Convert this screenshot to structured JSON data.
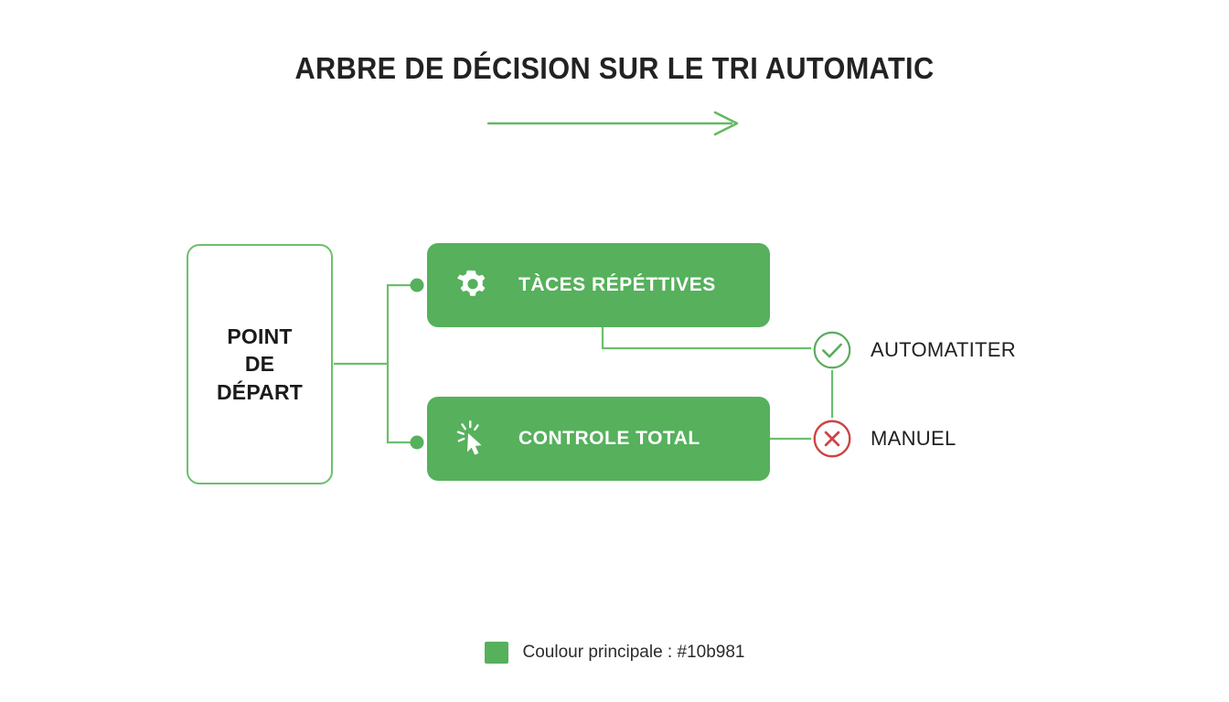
{
  "page": {
    "title": "ARBRE DE DÉCISION SUR LE TRI AUTOMATIC",
    "background": "#ffffff"
  },
  "colors": {
    "primary": "#10b981",
    "card_green": "#56b05c",
    "line_green": "#6cbf6c",
    "check_green": "#5cab5c",
    "error_red": "#cc4545",
    "text_dark": "#1f1f1f"
  },
  "start_node": {
    "name": "point-de-depart",
    "lines": [
      "POINT",
      "DE",
      "DÉPART"
    ],
    "text": "POINT DE DÉPART"
  },
  "options": [
    {
      "id": "repetitive-tasks",
      "label": "TÀCES RÉPÉTTIVES",
      "icon": "gear-icon"
    },
    {
      "id": "total-control",
      "label": "CONTROLE TOTAL",
      "icon": "cursor-click-icon"
    }
  ],
  "outcomes": [
    {
      "id": "automate",
      "label": "AUTOMATITER",
      "icon": "check-circle-icon",
      "color": "#5cab5c"
    },
    {
      "id": "manual",
      "label": "MANUEL",
      "icon": "x-circle-icon",
      "color": "#cc4545"
    }
  ],
  "legend": {
    "swatch_color": "#56b05c",
    "text": "Coulour principale : #10b981"
  },
  "flow_arrow": {
    "name": "flow-direction-arrow",
    "direction": "right"
  }
}
